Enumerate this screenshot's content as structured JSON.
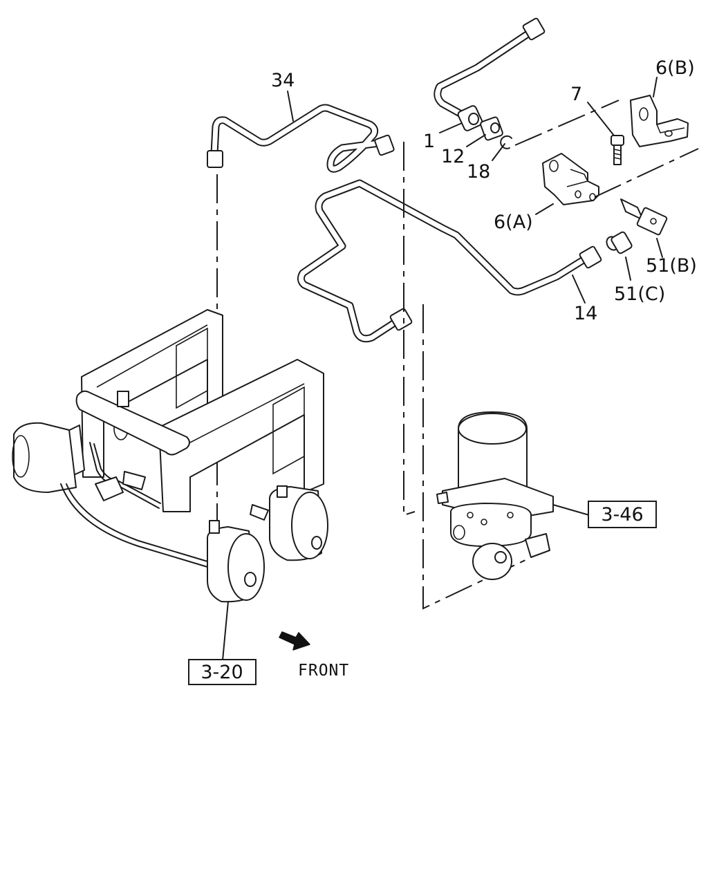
{
  "callouts": {
    "p34": "34",
    "p1": "1",
    "p12": "12",
    "p18": "18",
    "p7": "7",
    "p6b": "6(B)",
    "p6a": "6(A)",
    "p51b": "51(B)",
    "p51c": "51(C)",
    "p14": "14"
  },
  "references": {
    "r346": "3-46",
    "r320": "3-20"
  },
  "direction": {
    "front": "FRONT",
    "arrow_icon": "front-arrow-icon"
  }
}
